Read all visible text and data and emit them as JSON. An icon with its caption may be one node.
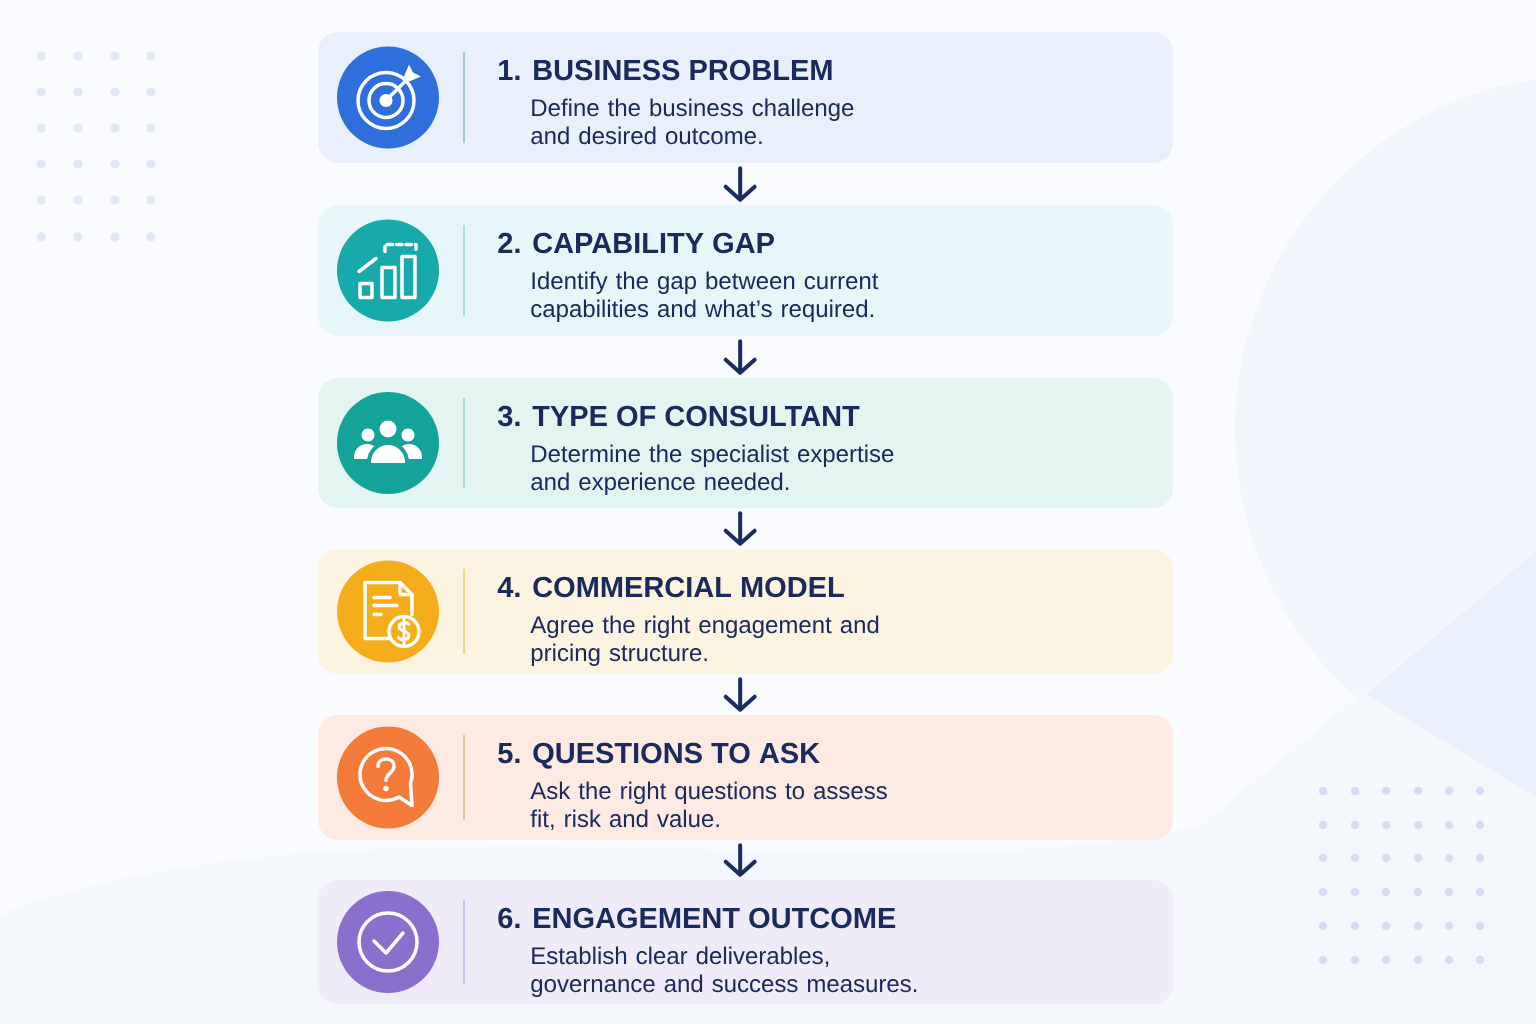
{
  "diagram": {
    "nodes": [
      {
        "text": [
          "1. BUSINESS PROBLEM",
          "Define the business challenge and desired outcome."
        ]
      },
      {
        "text": [
          "2. CAPABILITY GAP",
          "Identify the gap between current capabilities and what’s required."
        ]
      },
      {
        "text": [
          "3. TYPE OF CONSULTANT",
          "Determine the specialist expertise and experience needed."
        ]
      },
      {
        "text": [
          "4. COMMERCIAL MODEL",
          "Agree the right engagement and pricing structure."
        ]
      },
      {
        "text": [
          "5. QUESTIONS TO ASK",
          "Ask the right questions to assess fit, risk and value."
        ]
      },
      {
        "text": [
          "6. ENGAGEMENT OUTCOME",
          "Establish clear deliverables, governance and success measures."
        ]
      }
    ],
    "edges": [
      {
        "from": 0,
        "to": 1,
        "arrow": "to"
      },
      {
        "from": 1,
        "to": 2,
        "arrow": "to"
      },
      {
        "from": 2,
        "to": 3,
        "arrow": "to"
      },
      {
        "from": 3,
        "to": 4,
        "arrow": "to"
      },
      {
        "from": 4,
        "to": 5,
        "arrow": "to"
      }
    ]
  }
}
